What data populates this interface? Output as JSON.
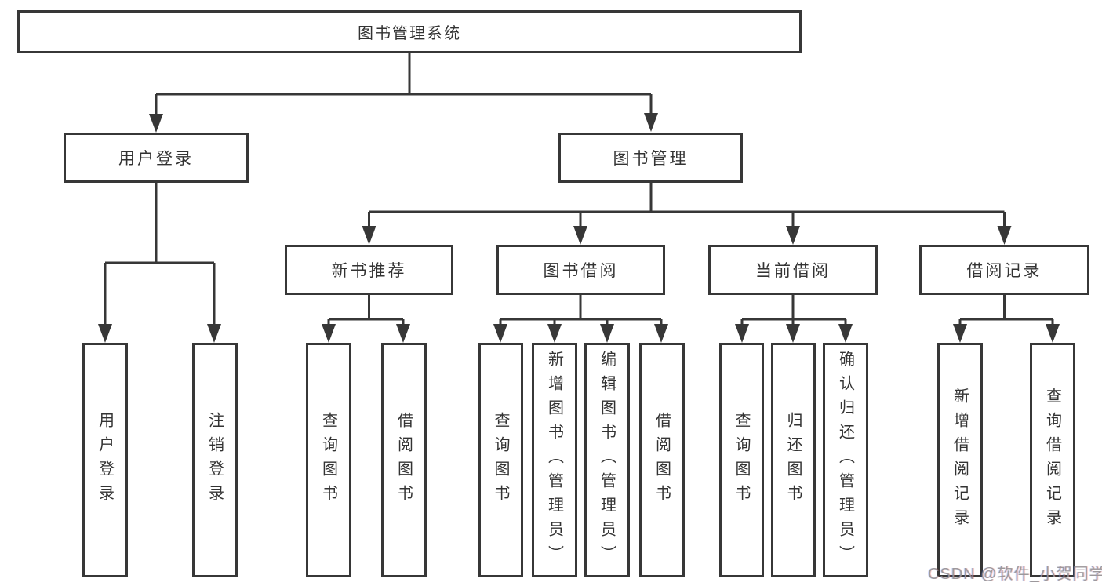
{
  "diagram": {
    "root": {
      "label": "图书管理系统"
    },
    "level2": {
      "user_login": {
        "label": "用户登录"
      },
      "book_management": {
        "label": "图书管理"
      }
    },
    "level3": {
      "new_book_recommend": {
        "label": "新书推荐"
      },
      "book_borrow": {
        "label": "图书借阅"
      },
      "current_borrow": {
        "label": "当前借阅"
      },
      "borrow_records": {
        "label": "借阅记录"
      }
    },
    "leaves": {
      "user_login": {
        "label": "用户登录"
      },
      "logout": {
        "label": "注销登录"
      },
      "recommend_query": {
        "label": "查询图书"
      },
      "recommend_borrow": {
        "label": "借阅图书"
      },
      "borrow_query": {
        "label": "查询图书"
      },
      "borrow_add": {
        "label": "新增图书（管理员）"
      },
      "borrow_edit": {
        "label": "编辑图书（管理员）"
      },
      "borrow_borrow": {
        "label": "借阅图书"
      },
      "current_query": {
        "label": "查询图书"
      },
      "current_return": {
        "label": "归还图书"
      },
      "current_confirm": {
        "label": "确认归还（管理员）"
      },
      "records_add": {
        "label": "新增借阅记录"
      },
      "records_query": {
        "label": "查询借阅记录"
      }
    },
    "colors": {
      "line": "#373737",
      "text": "#333333",
      "background": "#ffffff",
      "watermark": "#969696"
    }
  },
  "watermark": {
    "text": "CSDN @软件_小贺同学"
  }
}
